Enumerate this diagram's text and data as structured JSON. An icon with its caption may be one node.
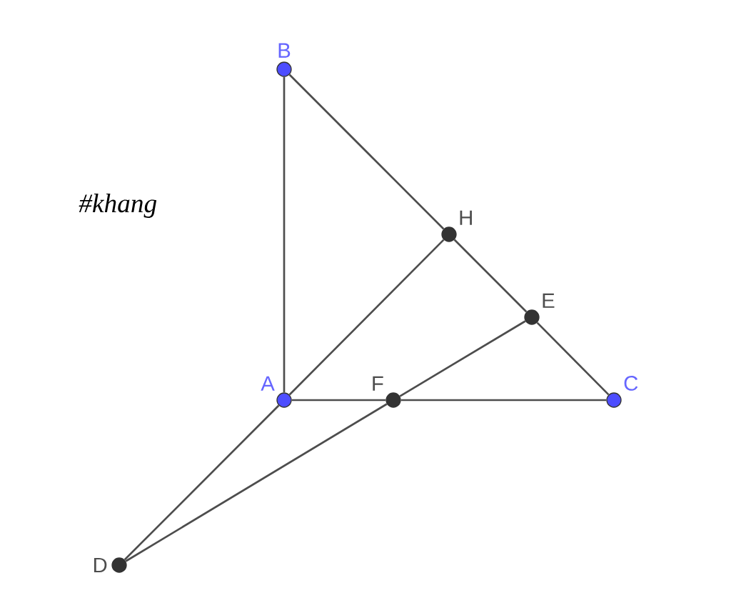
{
  "diagram": {
    "nodes": [
      {
        "text": [
          "B"
        ]
      },
      {
        "text": [
          "H"
        ]
      },
      {
        "text": [
          "E"
        ]
      },
      {
        "text": [
          "A"
        ]
      },
      {
        "text": [
          "F"
        ]
      },
      {
        "text": [
          "C"
        ]
      },
      {
        "text": [
          "D"
        ]
      }
    ],
    "edges": [
      {
        "from": 0,
        "to": 3,
        "arrow": "none"
      },
      {
        "from": 0,
        "to": 1,
        "arrow": "none"
      },
      {
        "from": 1,
        "to": 2,
        "arrow": "none"
      },
      {
        "from": 2,
        "to": 5,
        "arrow": "none"
      },
      {
        "from": 3,
        "to": 4,
        "arrow": "none"
      },
      {
        "from": 4,
        "to": 5,
        "arrow": "none"
      },
      {
        "from": 3,
        "to": 1,
        "arrow": "none"
      },
      {
        "from": 3,
        "to": 6,
        "arrow": "none"
      },
      {
        "from": 6,
        "to": 4,
        "arrow": "none"
      },
      {
        "from": 4,
        "to": 2,
        "arrow": "none"
      }
    ],
    "labels": [
      "#khang"
    ]
  }
}
